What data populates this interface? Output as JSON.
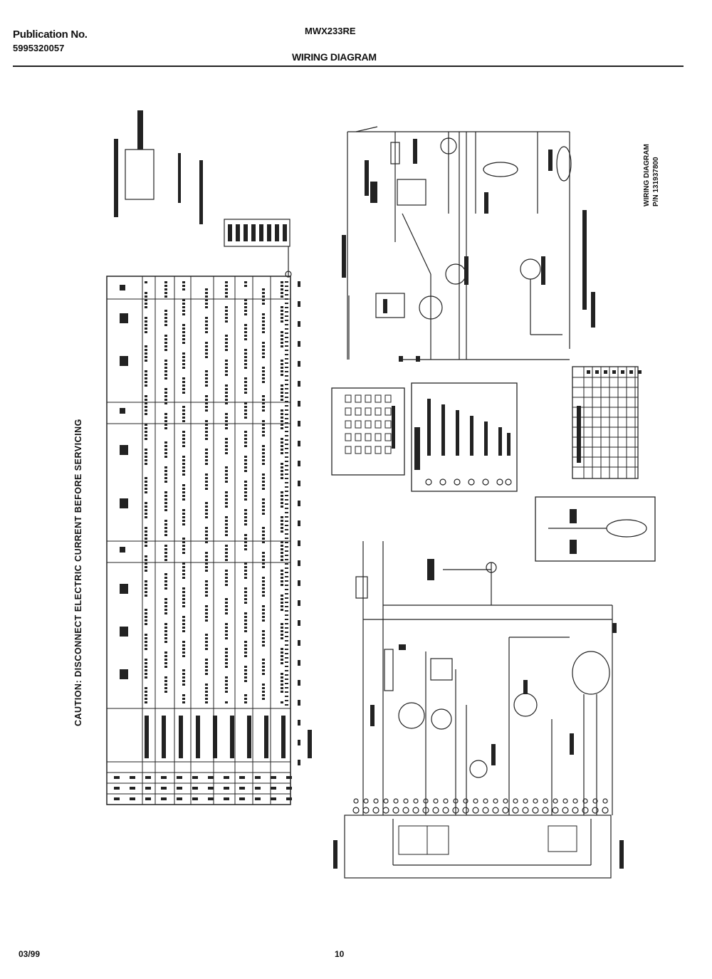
{
  "header": {
    "publication_label": "Publication No.",
    "publication_number": "5995320057",
    "model": "MWX233RE",
    "title": "WIRING DIAGRAM"
  },
  "caution": "CAUTION: DISCONNECT ELECTRIC CURRENT BEFORE SERVICING",
  "side_title": {
    "line1": "WIRING DIAGRAM",
    "line2": "P/N 131937800"
  },
  "footer": {
    "date": "03/99",
    "page": "10"
  }
}
